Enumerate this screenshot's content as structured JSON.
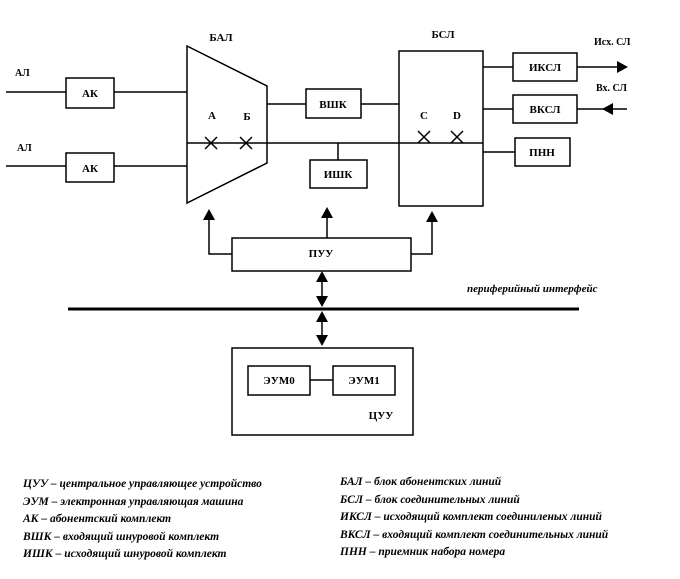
{
  "labels": {
    "al_top": "АЛ",
    "al_bottom": "АЛ",
    "ak_top": "АК",
    "ak_bottom": "АК",
    "bal": "БАЛ",
    "bal_a": "А",
    "bal_b": "Б",
    "vshk": "ВШК",
    "ishk": "ИШК",
    "bsl": "БСЛ",
    "bsl_c": "C",
    "bsl_d": "D",
    "iksl": "ИКСЛ",
    "vksl": "ВКСЛ",
    "pnn": "ПНН",
    "out_sl": "Исх. СЛ",
    "in_sl": "Вх. СЛ",
    "puu": "ПУУ",
    "peripheral_interface": "периферийный интерфейс",
    "eum0": "ЭУМ0",
    "eum1": "ЭУМ1",
    "cuu": "ЦУУ"
  },
  "legend": {
    "left": [
      "ЦУУ – центральное управляющее устройство",
      "ЭУМ – электронная управляющая машина",
      "АК – абонентский комплект",
      "ВШК – входящий шнуровой комплект",
      "ИШК – исходящий шнуровой комплект"
    ],
    "right": [
      "БАЛ – блок абонентских линий",
      "БСЛ – блок соединительных линий",
      "ИКСЛ – исходящий комплект соединиленых линий",
      "ВКСЛ – входящий комплект соединительных линий",
      "ПНН – приемник набора номера"
    ]
  }
}
